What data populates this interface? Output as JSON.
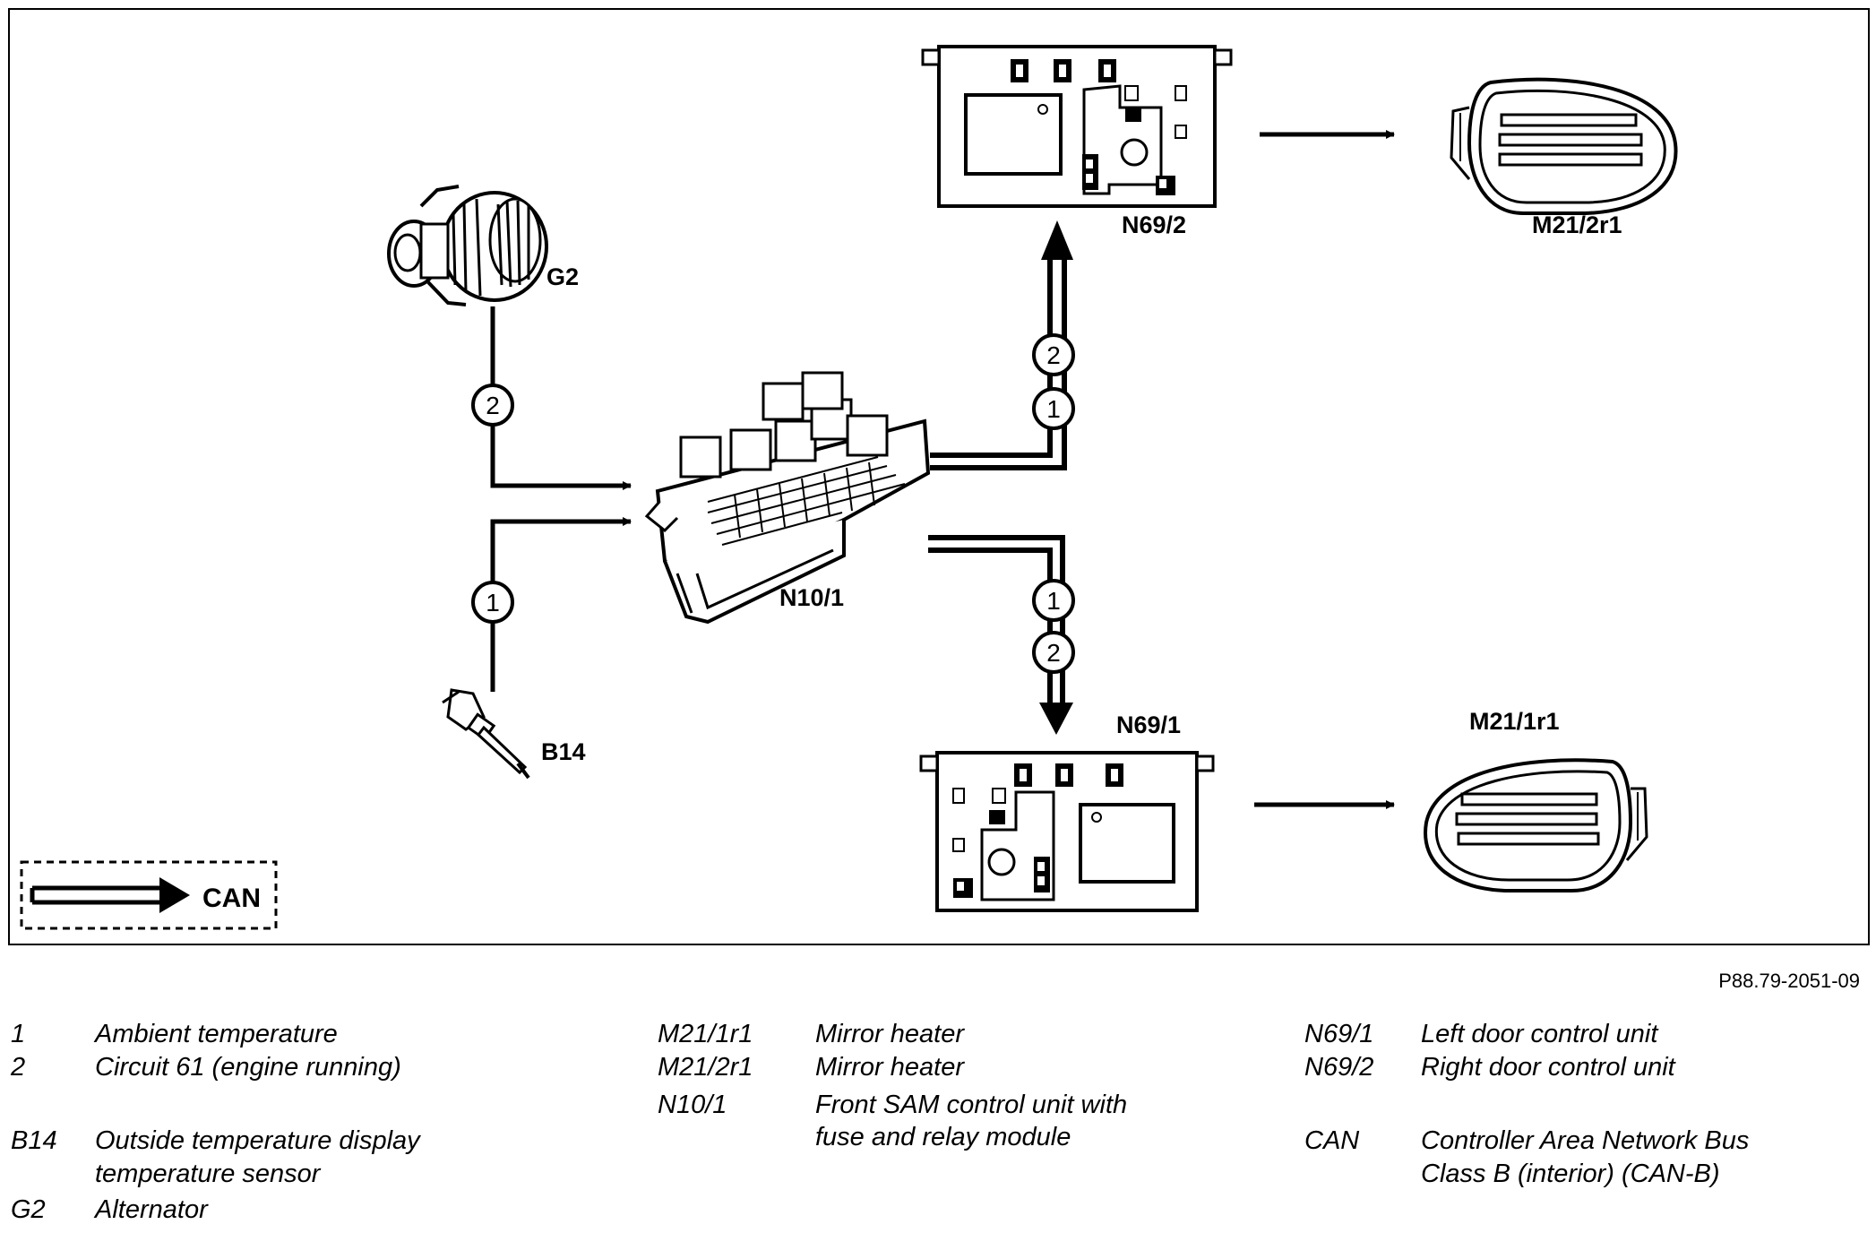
{
  "components": {
    "g2": "G2",
    "b14": "B14",
    "n10_1": "N10/1",
    "n69_2": "N69/2",
    "n69_1": "N69/1",
    "m21_2r1": "M21/2r1",
    "m21_1r1": "M21/1r1"
  },
  "signals": {
    "one": "1",
    "two": "2"
  },
  "key": {
    "can": "CAN"
  },
  "figure_ref": "P88.79-2051-09",
  "legend": [
    {
      "code": "1",
      "desc": "Ambient temperature"
    },
    {
      "code": "2",
      "desc": "Circuit 61 (engine running)"
    },
    {
      "code": "B14",
      "desc": "Outside temperature display",
      "desc2": "temperature sensor"
    },
    {
      "code": "G2",
      "desc": "Alternator"
    },
    {
      "code": "M21/1r1",
      "desc": "Mirror heater"
    },
    {
      "code": "M21/2r1",
      "desc": "Mirror heater"
    },
    {
      "code": "N10/1",
      "desc": "Front SAM control unit with",
      "desc2": "fuse and relay module"
    },
    {
      "code": "N69/1",
      "desc": "Left door control unit"
    },
    {
      "code": "N69/2",
      "desc": "Right door control unit"
    },
    {
      "code": "CAN",
      "desc": "Controller Area Network Bus",
      "desc2": "Class B (interior) (CAN-B)"
    }
  ]
}
